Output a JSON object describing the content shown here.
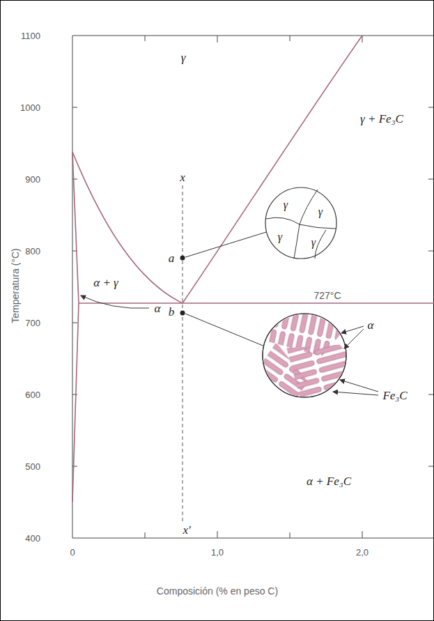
{
  "diagram": {
    "nodes": [
      {
        "text": [
          "γ",
          "γ",
          "γ",
          "γ"
        ]
      }
    ],
    "labels": [
      "γ",
      "γ + Fe₃C",
      "α + γ",
      "727°C",
      "α",
      "a",
      "b",
      "x",
      "x'",
      "α",
      "Fe₃C",
      "α + Fe₃C",
      "1100",
      "1000",
      "900",
      "800",
      "700",
      "600",
      "500",
      "400",
      "0",
      "1,0",
      "2,0",
      "Temperatura (°C)",
      "Composición (% en peso C)"
    ]
  }
}
